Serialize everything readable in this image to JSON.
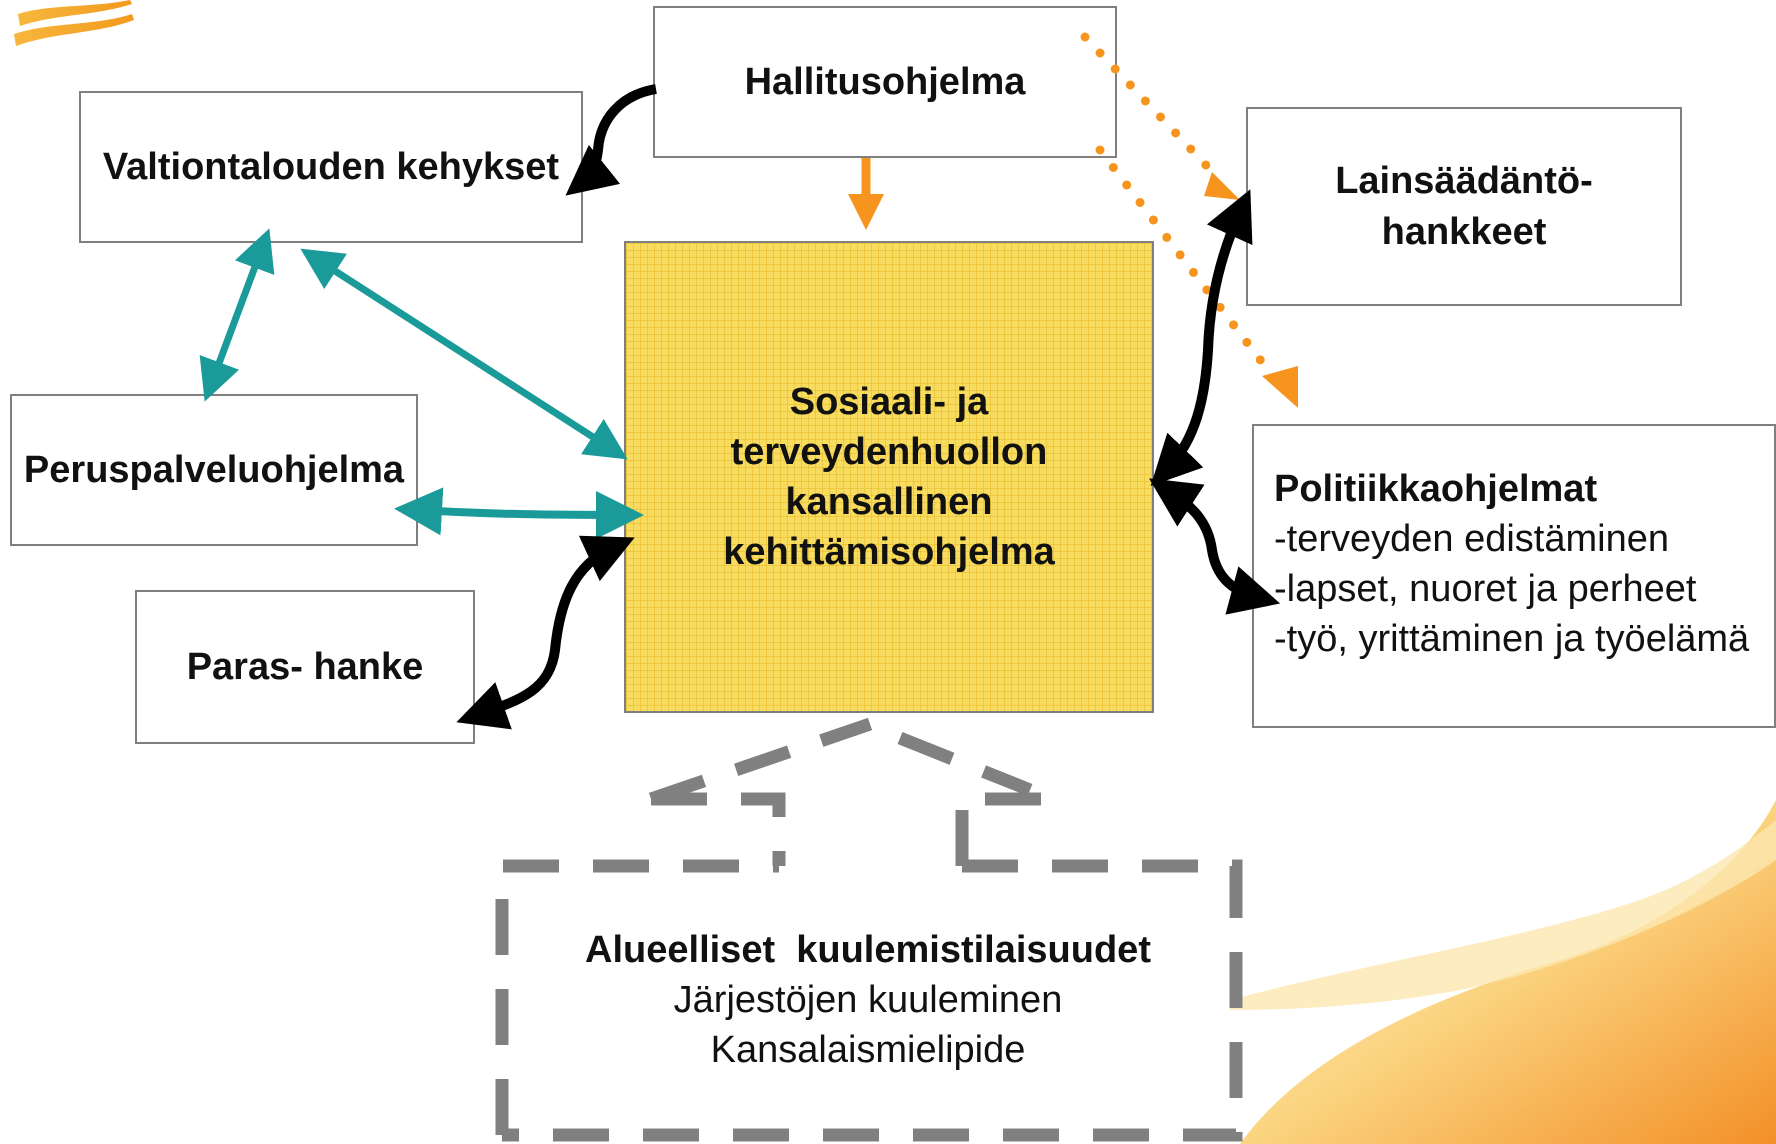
{
  "boxes": {
    "hallitusohjelma": "Hallitusohjelma",
    "valtiontalous": "Valtiontalouden kehykset",
    "lainsaadanto": [
      "Lainsäädäntö-",
      "hankkeet"
    ],
    "central": [
      "Sosiaali- ja",
      "terveydenhuollon",
      "kansallinen",
      "kehittämisohjelma"
    ],
    "peruspalvelu": "Peruspalveluohjelma",
    "politiikka": {
      "title": "Politiikkaohjelmat",
      "items": [
        "-terveyden edistäminen",
        "-lapset, nuoret ja perheet",
        "-työ, yrittäminen ja työelämä"
      ]
    },
    "paras": "Paras- hanke",
    "alueelliset": {
      "title": "Alueelliset  kuulemistilaisuudet",
      "lines": [
        "Järjestöjen kuuleminen",
        "Kansalaismielipide"
      ]
    }
  },
  "colors": {
    "teal_arrow": "#1b9a9a",
    "orange_arrow": "#f7941d",
    "black_arrow": "#000000",
    "central_fill": "#f7dc60",
    "dashed_gray": "#808080"
  }
}
